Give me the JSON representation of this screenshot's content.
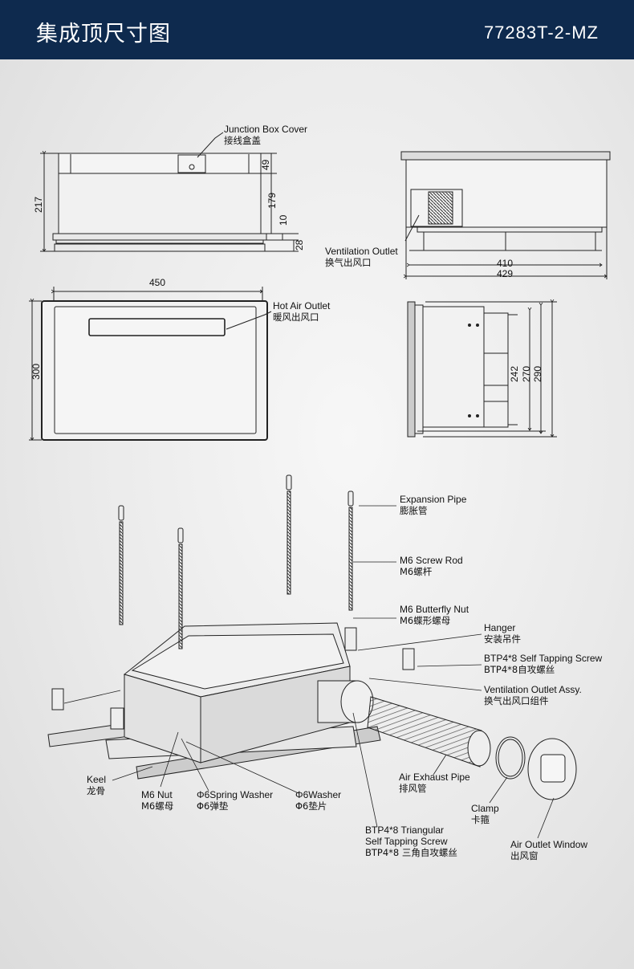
{
  "header": {
    "title": "集成顶尺寸图",
    "model": "77283T-2-MZ"
  },
  "dimensions": {
    "front_height": "217",
    "d49": "49",
    "d179": "179",
    "d10": "10",
    "d28": "28",
    "width_450": "450",
    "height_300": "300",
    "side_410": "410",
    "side_429": "429",
    "d242": "242",
    "d270": "270",
    "d290": "290"
  },
  "callouts": {
    "junction_box": {
      "en": "Junction Box Cover",
      "cn": "接线盒盖"
    },
    "vent_outlet": {
      "en": "Ventilation Outlet",
      "cn": "换气出风口"
    },
    "hot_air": {
      "en": "Hot Air Outlet",
      "cn": "暖风出风口"
    },
    "expansion_pipe": {
      "en": "Expansion Pipe",
      "cn": "膨胀管"
    },
    "screw_rod": {
      "en": "M6 Screw Rod",
      "cn": "M6螺杆"
    },
    "butterfly_nut": {
      "en": "M6 Butterfly Nut",
      "cn": "M6蝶形螺母"
    },
    "hanger": {
      "en": "Hanger",
      "cn": "安装吊件"
    },
    "self_tapping": {
      "en": "BTP4*8 Self Tapping Screw",
      "cn": "BTP4*8自攻螺丝"
    },
    "vent_assy": {
      "en": "Ventilation Outlet Assy.",
      "cn": "换气出风口组件"
    },
    "keel": {
      "en": "Keel",
      "cn": "龙骨"
    },
    "m6_nut": {
      "en": "M6 Nut",
      "cn": "M6螺母"
    },
    "spring_washer": {
      "en": "Φ6Spring Washer",
      "cn": "Φ6弹垫"
    },
    "washer": {
      "en": "Φ6Washer",
      "cn": "Φ6垫片"
    },
    "exhaust_pipe": {
      "en": "Air Exhaust Pipe",
      "cn": "排风管"
    },
    "clamp": {
      "en": "Clamp",
      "cn": "卡箍"
    },
    "triangular": {
      "en1": "BTP4*8 Triangular",
      "en2": "Self Tapping Screw",
      "cn": "BTP4*8 三角自攻螺丝"
    },
    "air_window": {
      "en": "Air Outlet Window",
      "cn": "出风窗"
    }
  },
  "colors": {
    "header_bg": "#0e2a4e",
    "line": "#222222"
  }
}
